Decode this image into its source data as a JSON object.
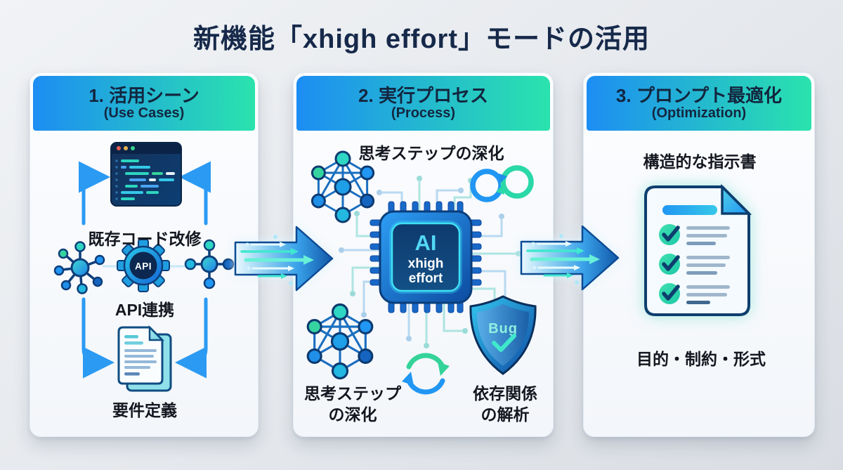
{
  "title": "新機能「xhigh effort」モードの活用",
  "panels": [
    {
      "heading": "1. 活用シーン",
      "subheading": "(Use Cases)",
      "labels": {
        "code": "既存コード改修",
        "api": "API連携",
        "requirements": "要件定義"
      },
      "api_gear_text": "API"
    },
    {
      "heading": "2. 実行プロセス",
      "subheading": "(Process)",
      "labels": {
        "top": "思考ステップの深化",
        "bottom_left_line1": "思考ステップ",
        "bottom_left_line2": "の深化",
        "bottom_right_line1": "依存関係",
        "bottom_right_line2": "の解析"
      },
      "chip": {
        "line1": "AI",
        "line2": "xhigh",
        "line3": "effort"
      },
      "shield_text": "Bug"
    },
    {
      "heading": "3. プロンプト最適化",
      "subheading": "(Optimization)",
      "labels": {
        "top": "構造的な指示書",
        "bottom": "目的・制約・形式"
      }
    }
  ],
  "colors": {
    "header_gradient_start": "#1d8df3",
    "header_gradient_end": "#2ae3ad",
    "accent_blue": "#2196f3",
    "accent_teal": "#2dd4bf",
    "title_navy": "#16294a",
    "arrow_deep_blue": "#1258a8",
    "chip_cyan": "#52d8f5"
  }
}
